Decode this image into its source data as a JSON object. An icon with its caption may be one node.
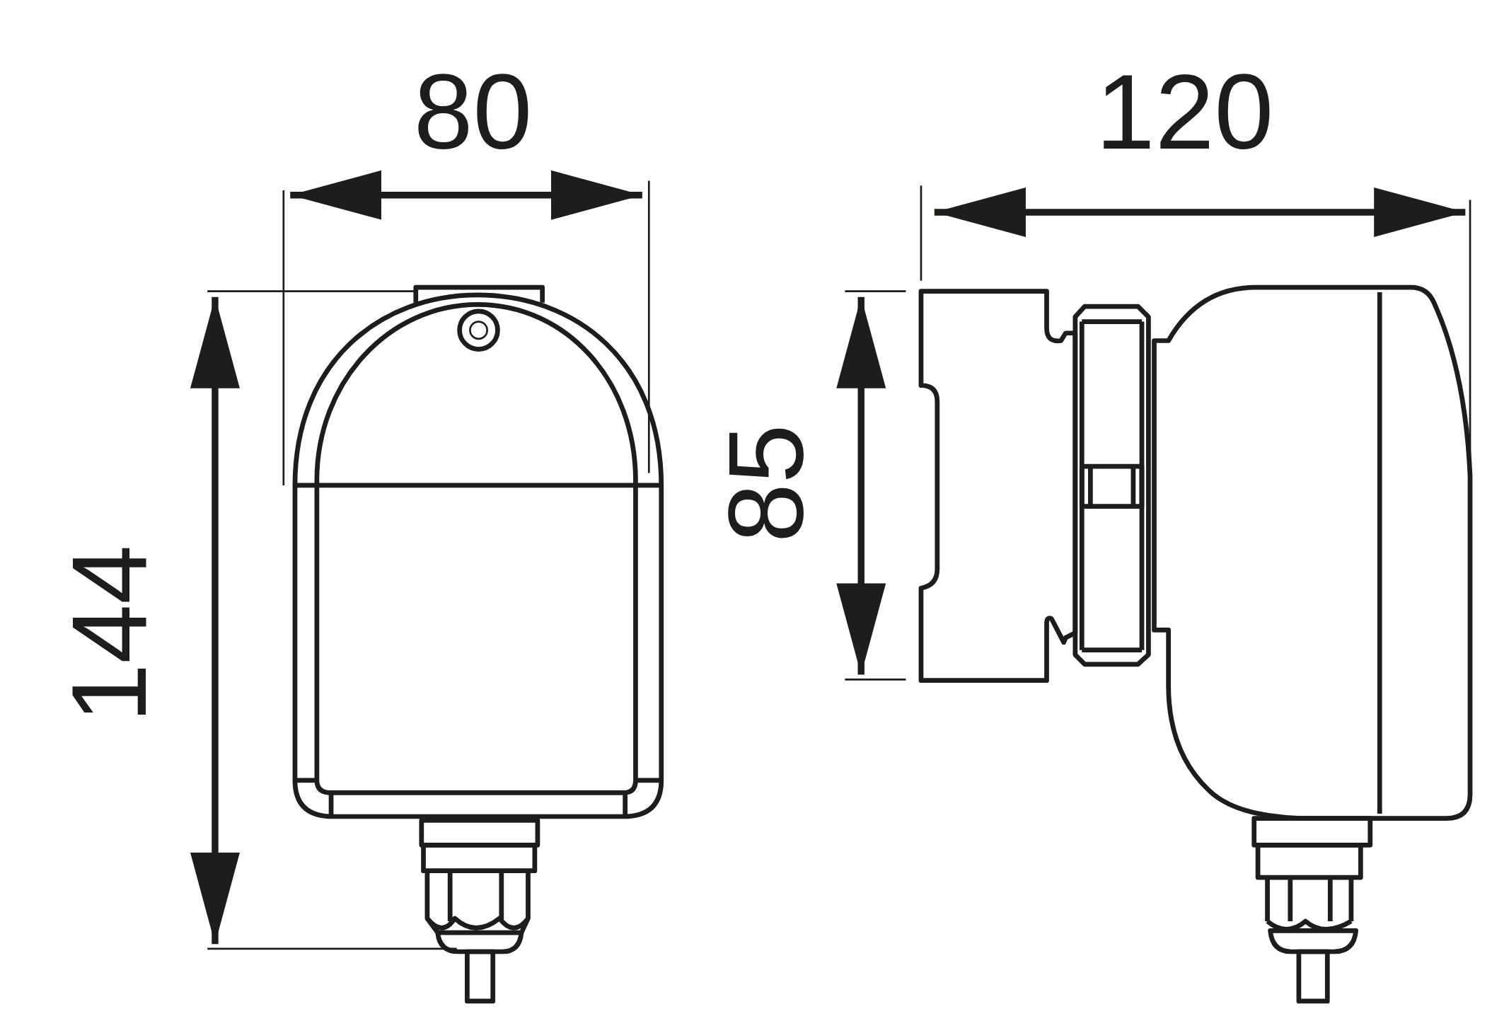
{
  "diagram": {
    "labels": [
      "80",
      "120",
      "144",
      "85"
    ]
  }
}
